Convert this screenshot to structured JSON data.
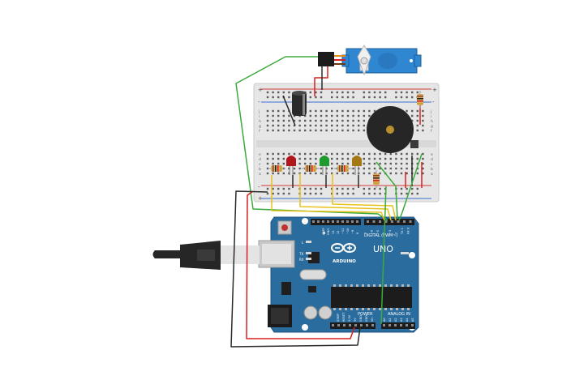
{
  "arduino": {
    "brand_label": "ARDUINO",
    "model_label": "UNO",
    "digital_label": "DIGITAL (PWM~)",
    "power_label": "POWER",
    "analog_label": "ANALOG IN",
    "aref_label": "AREF",
    "gnd_label": "GND",
    "tx_label": "TX",
    "rx_label": "RX",
    "l_label": "L",
    "digital_pins": [
      "13",
      "12",
      "~11",
      "~10",
      "~9",
      "8",
      "7",
      "~6",
      "~5",
      "4",
      "~3",
      "2",
      "TX 1",
      "RX 0"
    ],
    "power_pins": [
      "IOREF",
      "RESET",
      "3.3V",
      "5V",
      "GND",
      "GND",
      "Vin"
    ],
    "analog_pins": [
      "A0",
      "A1",
      "A2",
      "A3",
      "A4",
      "A5"
    ]
  },
  "breadboard": {
    "rail_plus": "+",
    "rail_minus": "-",
    "row_letters_top": [
      "j",
      "i",
      "h",
      "g",
      "f"
    ],
    "row_letters_bottom": [
      "e",
      "d",
      "c",
      "b",
      "a"
    ]
  },
  "colors": {
    "board_blue": "#2b6c9e",
    "breadboard": "#e6e6e6",
    "wire_red": "#d62020",
    "wire_black": "#2a2a2a",
    "wire_green": "#3caa3c",
    "wire_yellow": "#e8c21a",
    "servo_blue": "#2f86d1",
    "led_red": "#b0161b",
    "led_green": "#1e9b2c",
    "led_yellow": "#a47813",
    "buzzer": "#2a2a2a"
  }
}
